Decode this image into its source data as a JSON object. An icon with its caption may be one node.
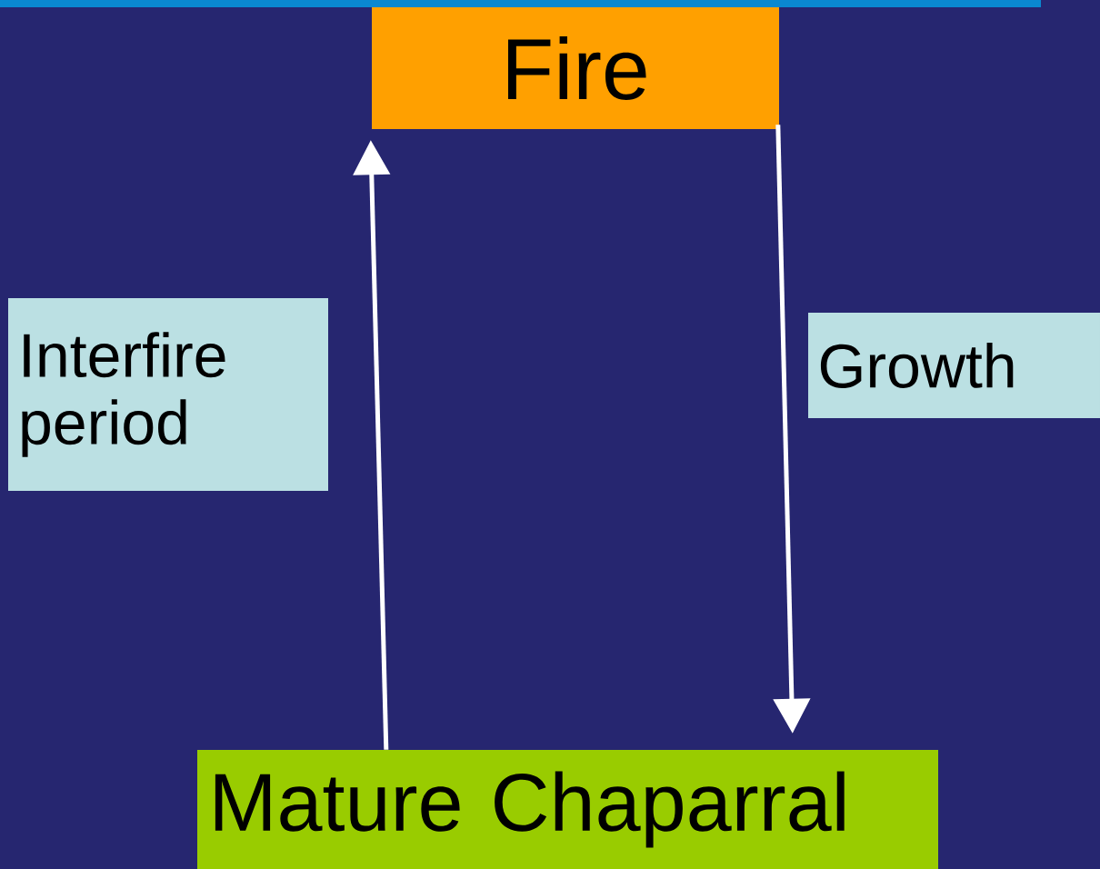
{
  "diagram": {
    "nodes": [
      {
        "text": [
          "Fire"
        ]
      },
      {
        "text": [
          "Mature Chaparral"
        ]
      },
      {
        "text": [
          "Interfire period"
        ]
      },
      {
        "text": [
          "Growth"
        ]
      }
    ],
    "edges": [
      {
        "from": 1,
        "to": 0,
        "arrow": "to"
      },
      {
        "from": 0,
        "to": 1,
        "arrow": "to"
      }
    ]
  }
}
